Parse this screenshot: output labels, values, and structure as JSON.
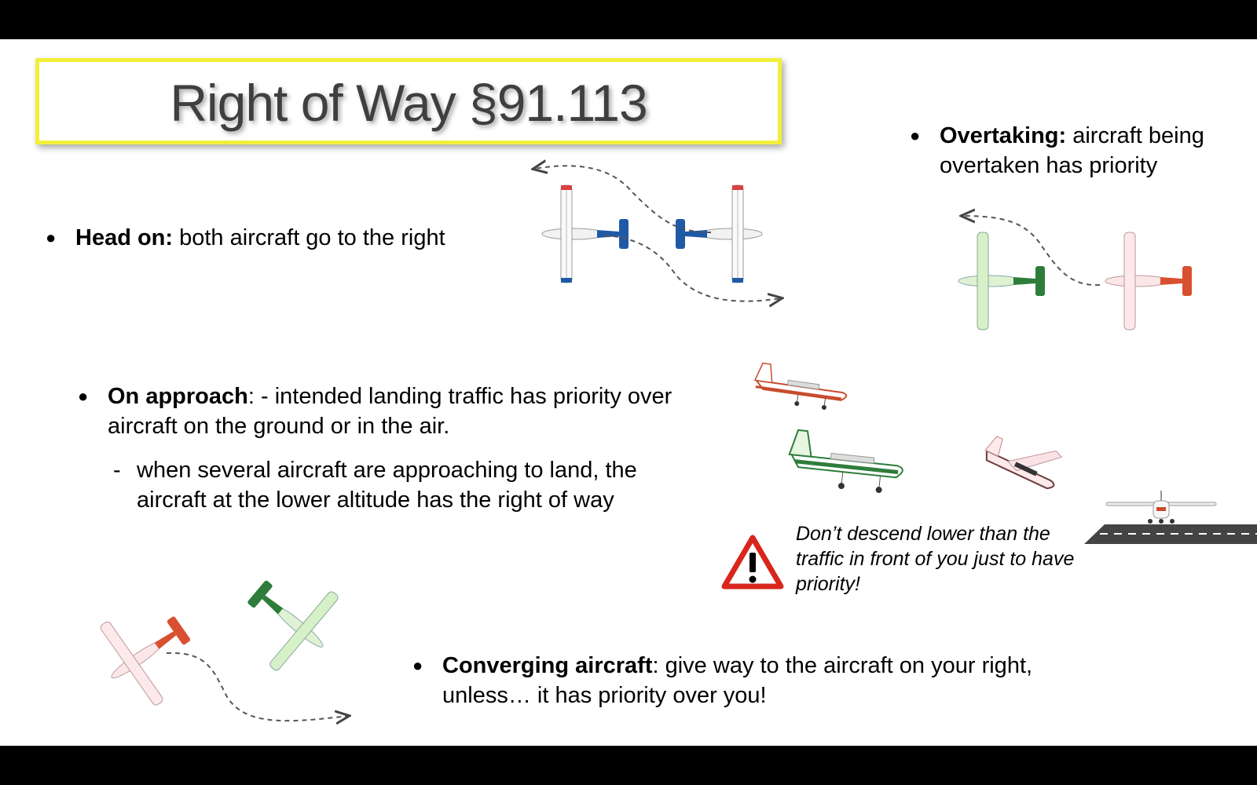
{
  "title": "Right of Way §91.113",
  "bullets": {
    "head_on": {
      "label": "Head on:",
      "text": " both aircraft go to the right"
    },
    "overtaking": {
      "label": "Overtaking:",
      "text": " aircraft being overtaken has priority"
    },
    "approach": {
      "label": "On approach",
      "text": ": - intended landing traffic has priority over aircraft on the ground or in the air.",
      "sub": "when several aircraft are approaching to land, the aircraft at the lower altitude has the right of way"
    },
    "converging": {
      "label": "Converging aircraft",
      "text": ": give way to the aircraft on your right, unless… it has priority over  you!"
    }
  },
  "warning": "Don’t descend lower than the traffic in front of you just to have priority!",
  "icons": {
    "bullet": "●",
    "dash": "-",
    "warning": "warning-triangle-icon"
  },
  "colors": {
    "title_border": "#f2ef3a",
    "blue_plane": "#1f5aa6",
    "green_plane": "#2e7d3a",
    "red_plane": "#d95030",
    "warning_red": "#d8261c"
  }
}
